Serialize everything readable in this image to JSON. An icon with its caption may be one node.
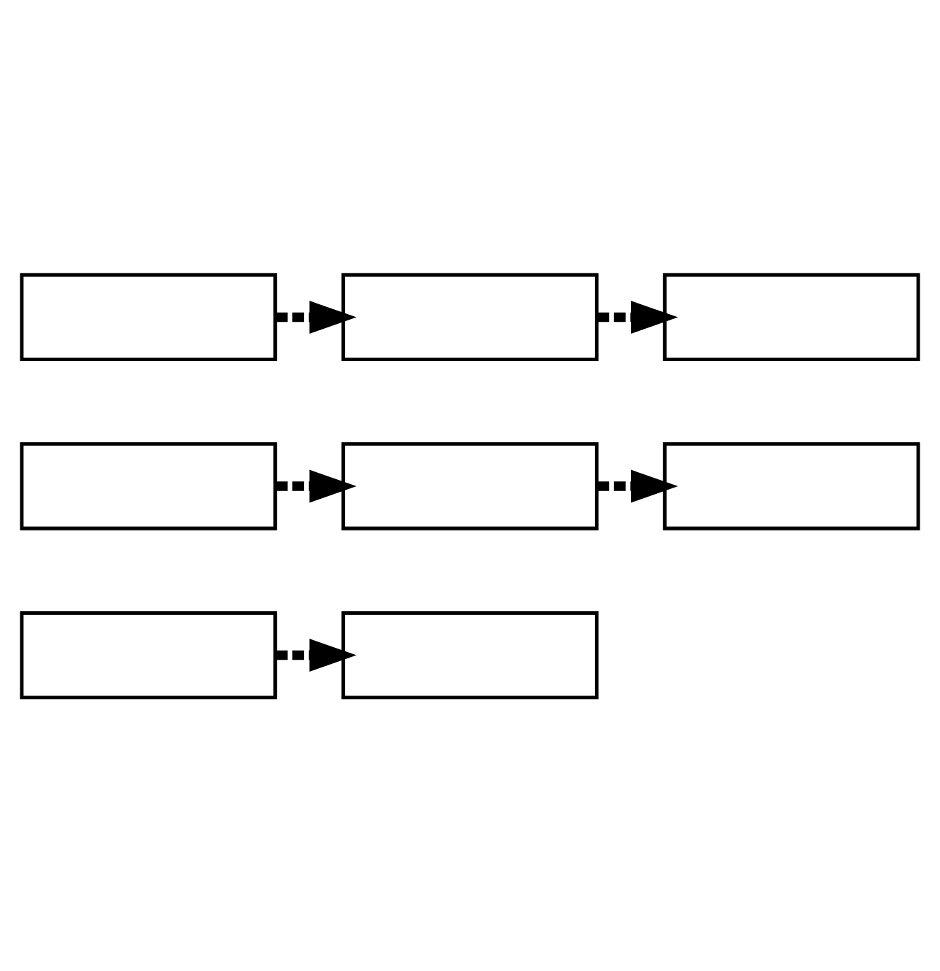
{
  "diagram": {
    "nodes": [
      {
        "text": [],
        "shape": "box"
      },
      {
        "text": [],
        "shape": "box"
      },
      {
        "text": [],
        "shape": "box"
      },
      {
        "text": [],
        "shape": "box"
      },
      {
        "text": [],
        "shape": "box"
      },
      {
        "text": [],
        "shape": "box"
      },
      {
        "text": [],
        "shape": "box"
      },
      {
        "text": [],
        "shape": "box"
      }
    ],
    "edges": [
      {
        "from": 0,
        "to": 1,
        "arrow": "to",
        "style": "dashed"
      },
      {
        "from": 2,
        "to": 3,
        "arrow": "to",
        "style": "dashed"
      },
      {
        "from": 3,
        "to": 4,
        "arrow": "to",
        "style": "dashed"
      },
      {
        "from": 5,
        "to": 6,
        "arrow": "to",
        "style": "dashed"
      },
      {
        "from": 6,
        "to": 7,
        "arrow": "to",
        "style": "dashed"
      }
    ]
  }
}
